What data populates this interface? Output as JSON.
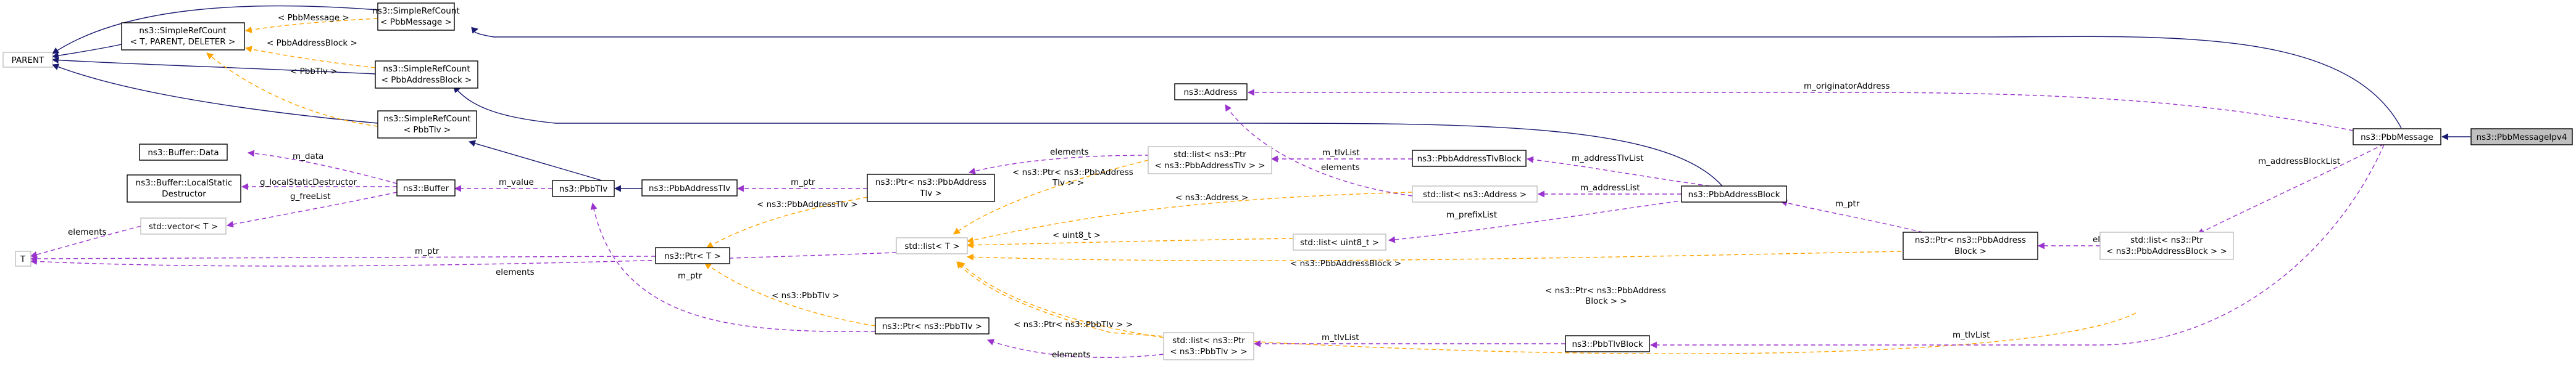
{
  "nodes": {
    "PARENT": "PARENT",
    "T": "T",
    "SRC_PbbMessage": [
      "ns3::SimpleRefCount",
      "< PbbMessage >"
    ],
    "SRC_TPD": [
      "ns3::SimpleRefCount",
      "< T, PARENT, DELETER >"
    ],
    "SRC_PbbAddressBlock": [
      "ns3::SimpleRefCount",
      "< PbbAddressBlock >"
    ],
    "SRC_PbbTlv": [
      "ns3::SimpleRefCount",
      "< PbbTlv >"
    ],
    "BufferData": "ns3::Buffer::Data",
    "LocalStatic": [
      "ns3::Buffer::LocalStatic",
      "Destructor"
    ],
    "VectorT": "std::vector< T >",
    "Buffer": "ns3::Buffer",
    "PbbTlv": "ns3::PbbTlv",
    "PbbAddressTlv": "ns3::PbbAddressTlv",
    "PtrT": "ns3::Ptr< T >",
    "PtrPbbAddressTlv": [
      "ns3::Ptr< ns3::PbbAddress",
      "Tlv >"
    ],
    "ListT": "std::list< T >",
    "PtrPbbTlv": "ns3::Ptr< ns3::PbbTlv >",
    "ListPtrPbbAddressTlv": [
      "std::list< ns3::Ptr",
      "< ns3::PbbAddressTlv > >"
    ],
    "ListPtrPbbTlv": [
      "std::list< ns3::Ptr",
      "< ns3::PbbTlv > >"
    ],
    "Address": "ns3::Address",
    "PbbAddressTlvBlock": "ns3::PbbAddressTlvBlock",
    "ListAddress": "std::list< ns3::Address >",
    "ListUint8": "std::list< uint8_t >",
    "PbbAddressBlock": "ns3::PbbAddressBlock",
    "PtrPbbAddressBlock": [
      "ns3::Ptr< ns3::PbbAddress",
      "Block >"
    ],
    "PbbTlvBlock": "ns3::PbbTlvBlock",
    "ListPtrPbbAddressBlock": [
      "std::list< ns3::Ptr",
      "< ns3::PbbAddressBlock > >"
    ],
    "PbbMessage": "ns3::PbbMessage",
    "PbbMessageIpv4": "ns3::PbbMessageIpv4"
  },
  "edge_labels": {
    "PbbMessage": "< PbbMessage >",
    "PbbAddressBlock": "< PbbAddressBlock >",
    "PbbTlv": "< PbbTlv >",
    "m_data": "m_data",
    "g_localStaticDestructor": "g_localStaticDestructor",
    "g_freeList": "g_freeList",
    "elements_vector": "elements",
    "m_ptr_t": "m_ptr",
    "elements_list_t": "elements",
    "m_value": "m_value",
    "m_ptr_pbbaddresstlv": "m_ptr",
    "PbbAddressTlv_tmpl": "< ns3::PbbAddressTlv >",
    "m_ptr_pbbtlv": "m_ptr",
    "PbbTlv_tmpl": "< ns3::PbbTlv >",
    "elements_addrtlv": "elements",
    "PtrPbbAddressTlv_tmpl": [
      "< ns3::Ptr< ns3::PbbAddress",
      "Tlv > >"
    ],
    "PtrPbbTlv_tmpl": "< ns3::Ptr< ns3::PbbTlv > >",
    "elements_pbbtlv": "elements",
    "m_tlvList_addr": "m_tlvList",
    "elements_address": "elements",
    "Address_tmpl": "< ns3::Address >",
    "uint8_tmpl": "< uint8_t >",
    "PbbAddressBlock_tmpl": "< ns3::PbbAddressBlock >",
    "PtrPbbAddressBlock_tmpl": [
      "< ns3::Ptr< ns3::PbbAddress",
      "Block > >"
    ],
    "m_addressTlvList": "m_addressTlvList",
    "m_addressList": "m_addressList",
    "m_prefixList": "m_prefixList",
    "m_ptr_block": "m_ptr",
    "elements_block": "elements",
    "m_tlvList_block": "m_tlvList",
    "m_tlvList_msg": "m_tlvList",
    "m_originatorAddress": "m_originatorAddress",
    "m_addressBlockList": "m_addressBlockList"
  },
  "legend_colors": {
    "inheritance": "#191970",
    "usage": "#9a32cd",
    "template": "#ffa500",
    "focus_fill": "#bfbfbf"
  }
}
